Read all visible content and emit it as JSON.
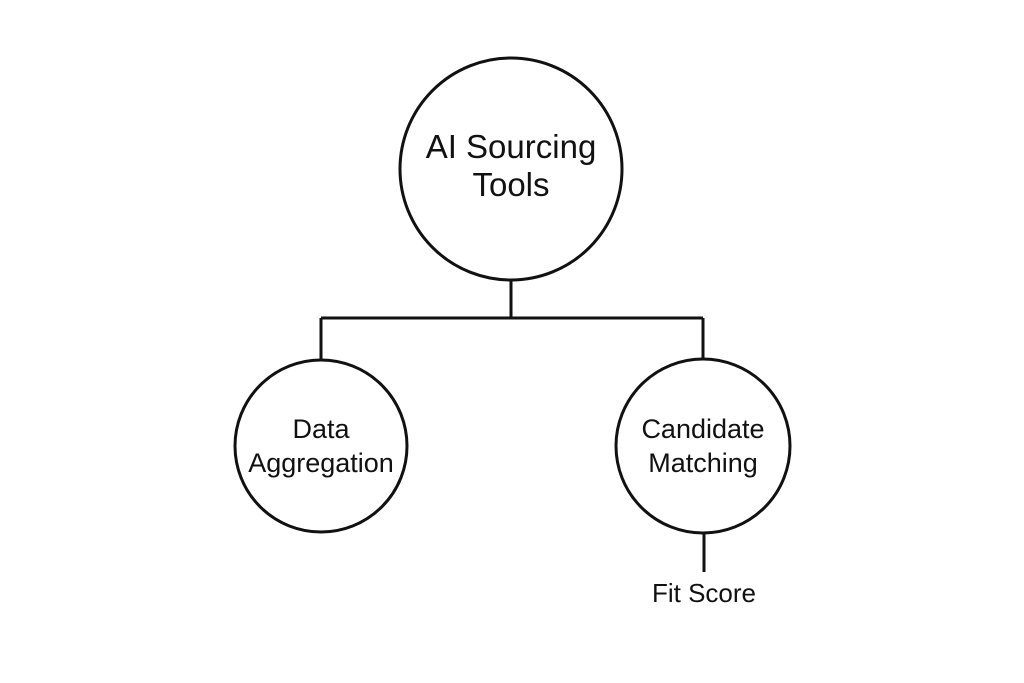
{
  "diagram": {
    "root": {
      "line1": "AI Sourcing",
      "line2": "Tools"
    },
    "children": [
      {
        "line1": "Data",
        "line2": "Aggregation"
      },
      {
        "line1": "Candidate",
        "line2": "Matching"
      }
    ],
    "leaf": {
      "label": "Fit Score"
    }
  }
}
